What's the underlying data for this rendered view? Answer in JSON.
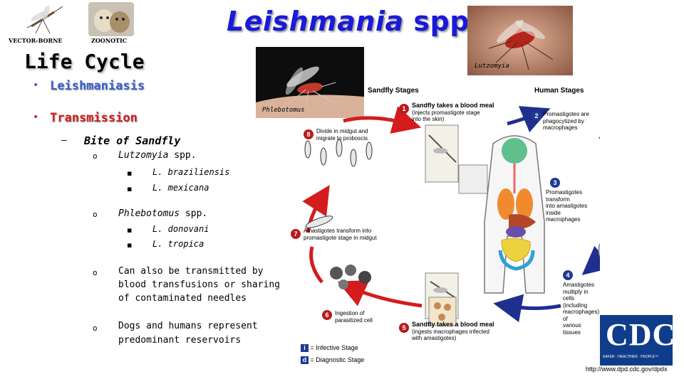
{
  "header": {
    "icon_vector_label": "VECTOR-BORNE",
    "icon_zoonotic_label": "ZOONOTIC",
    "title_italic": "Leishmania",
    "title_rest": " spp.",
    "subtitle": "Life Cycle"
  },
  "outline": {
    "bullet1": "Leishmaniasis",
    "bullet2": "Transmission",
    "dash1": "Bite of Sandfly",
    "genus1": "Lutzomyia",
    "genus1_suffix": " spp.",
    "species1a": "L. braziliensis",
    "species1b": "L. mexicana",
    "genus2": "Phlebotomus",
    "genus2_suffix": " spp.",
    "species2a": "L. donovani",
    "species2b": "L. tropica",
    "note1_l1": "Can also be transmitted by",
    "note1_l2": "blood transfusions or sharing",
    "note1_l3": "of contaminated needles",
    "note2_l1": "Dogs and humans represent",
    "note2_l2": "predominant reservoirs"
  },
  "photos": {
    "lutzomyia_caption": "Lutzomyia",
    "phlebotomus_caption": "Phlebotomus"
  },
  "diagram": {
    "sandfly_header": "Sandfly Stages",
    "human_header": "Human Stages",
    "s1_title": "Sandfly takes a blood meal",
    "s1_sub1": "(injects promastigote stage",
    "s1_sub2": "into the skin)",
    "s2_l1": "Promastigotes are",
    "s2_l2": "phagocytized by",
    "s2_l3": "macrophages",
    "s3_l1": "Promastigotes transform",
    "s3_l2": "into amastigotes inside",
    "s3_l3": "macrophages",
    "s4_l1": "Amastigotes multiply in cells",
    "s4_l2": "(including macrophages) of",
    "s4_l3": "various tissues",
    "s5_title": "Sandfly takes a blood meal",
    "s5_sub1": "(ingests macrophages infected",
    "s5_sub2": "with amastigotes)",
    "s6_l1": "Ingestion of",
    "s6_l2": "parasitized cell",
    "s7_l1": "Amastigotes transform into",
    "s7_l2": "promastigote stage in midgut",
    "s8_l1": "Divide in midgut and",
    "s8_l2": "migrate to proboscis",
    "legend_i": "= Infective Stage",
    "legend_d": "= Diagnostic Stage",
    "letter_i": "i",
    "letter_d": "d",
    "n1": "1",
    "n2": "2",
    "n3": "3",
    "n4": "4",
    "n5": "5",
    "n6": "6",
    "n7": "7",
    "n8": "8"
  },
  "cdc": {
    "logo_text": "CDC",
    "tagline": "SAFER · HEALTHIER · PEOPLE™",
    "url": "http://www.dpd.cdc.gov/dpdx"
  },
  "colors": {
    "title_blue": "#1a1ad8",
    "bullet_blue": "#3a5fd0",
    "bullet_red": "#d12020",
    "arrow_red": "#d41c1c",
    "arrow_blue": "#1f2f8f",
    "cdc_blue": "#0f3d8c"
  }
}
